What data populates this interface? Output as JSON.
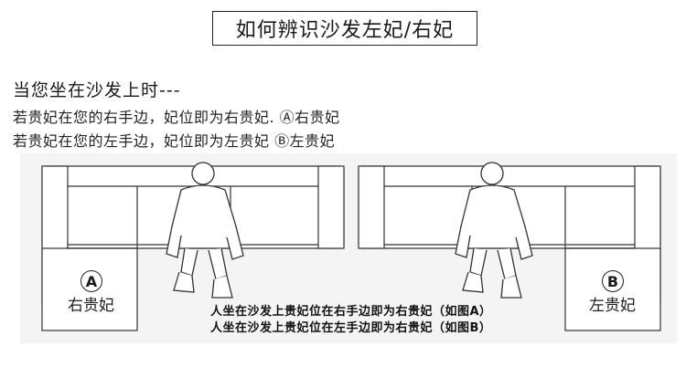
{
  "title": "如何辨识沙发左妃/右妃",
  "heading": "当您坐在沙发上时---",
  "lines": [
    "若贵妃在您的右手边，妃位即为右贵妃. Ⓐ右贵妃",
    "若贵妃在您的左手边，妃位即为左贵妃 Ⓑ左贵妃"
  ],
  "sofa_a": {
    "badge": "A",
    "label": "右贵妃"
  },
  "sofa_b": {
    "badge": "B",
    "label": "左贵妃"
  },
  "captions": [
    "人坐在沙发上贵妃位在右手边即为右贵妃（如图A）",
    "人坐在沙发上贵妃位在左手边即为右贵妃（如图B）"
  ]
}
